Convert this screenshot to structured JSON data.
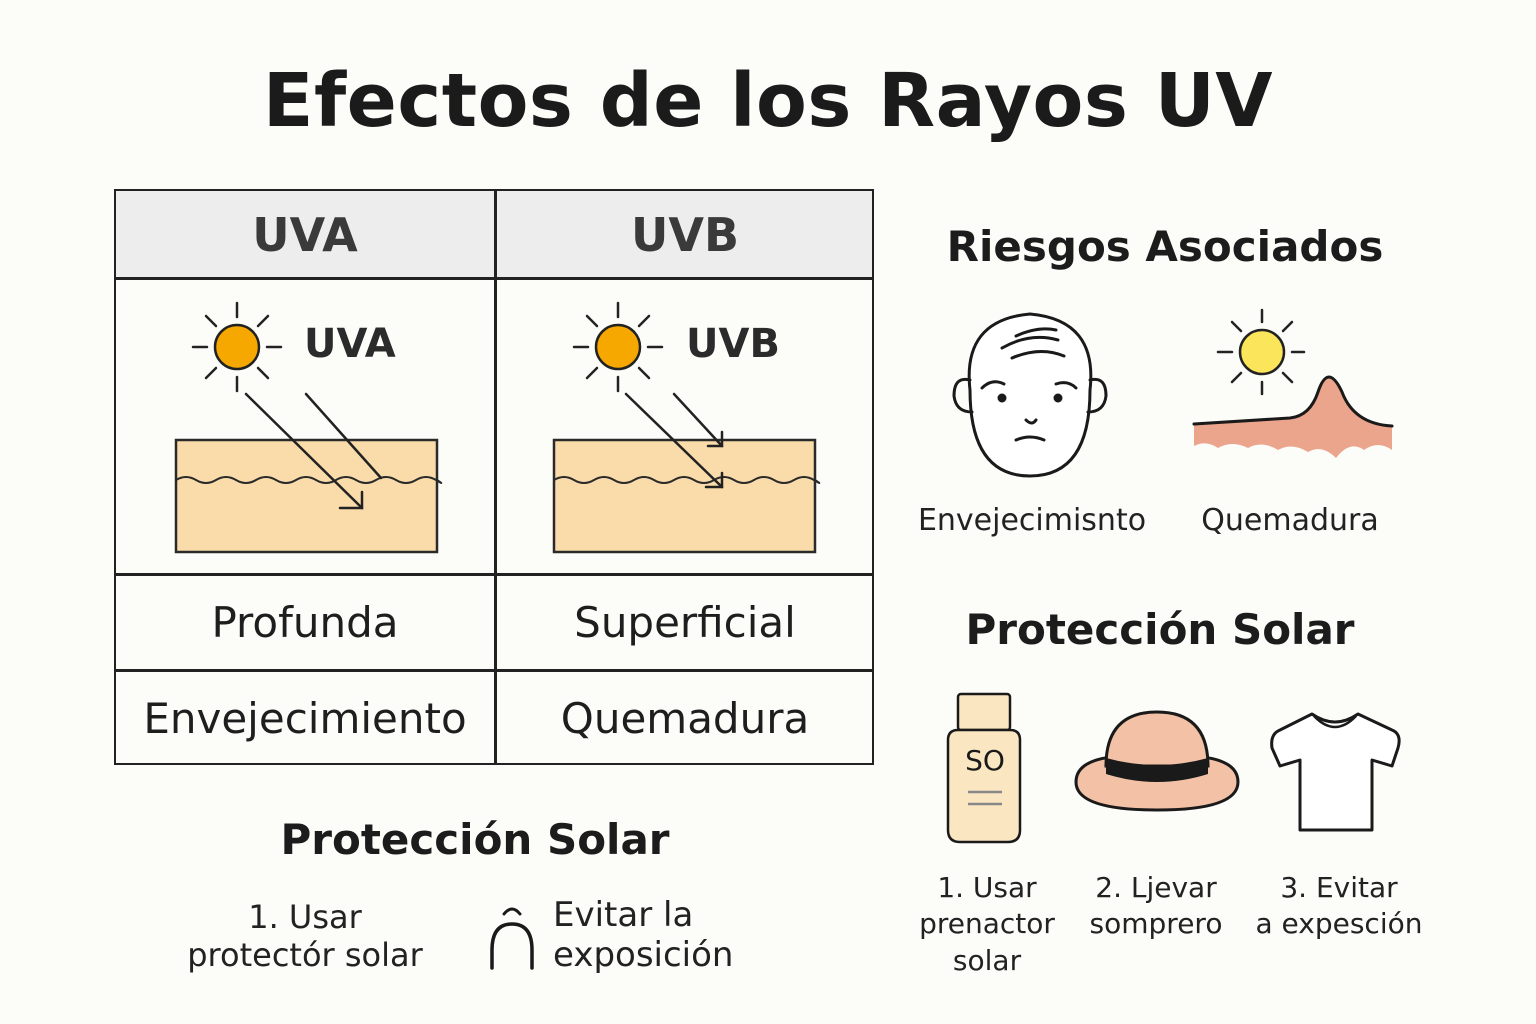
{
  "title": "Efectos de los Rayos UV",
  "table": {
    "headers": [
      "UVA",
      "UVB"
    ],
    "diagram_labels": [
      "UVA",
      "UVB"
    ],
    "penetration": [
      "Profunda",
      "Superficial"
    ],
    "effect": [
      "Envejecimiento",
      "Quemadura"
    ]
  },
  "bottom_left": {
    "heading": "Protección Solar",
    "item1": [
      "1. Usar",
      "protectór solar"
    ],
    "item2": [
      "Evitar la",
      "exposición"
    ]
  },
  "risks": {
    "heading": "Riesgos Asociados",
    "items": [
      "Envejecimisnto",
      "Quemadura"
    ]
  },
  "protection": {
    "heading": "Protección Solar",
    "bottle_label": "SO",
    "items": [
      [
        "1. Usar",
        "prenactor",
        "solar"
      ],
      [
        "2. Ljevar",
        "somprero"
      ],
      [
        "3. Evitar",
        "a expesción"
      ]
    ]
  },
  "colors": {
    "sun_orange": "#f6a800",
    "sun_yellow": "#fbe55a",
    "skin": "#f9dcaa",
    "burn": "#eaa58c",
    "hat": "#f3c1a6",
    "bottle": "#fbe6c2",
    "header_bg": "#ededed"
  },
  "icons": [
    "sun-icon",
    "face-icon",
    "sunburn-icon",
    "sunscreen-icon",
    "hat-icon",
    "tshirt-icon",
    "arch-icon"
  ]
}
